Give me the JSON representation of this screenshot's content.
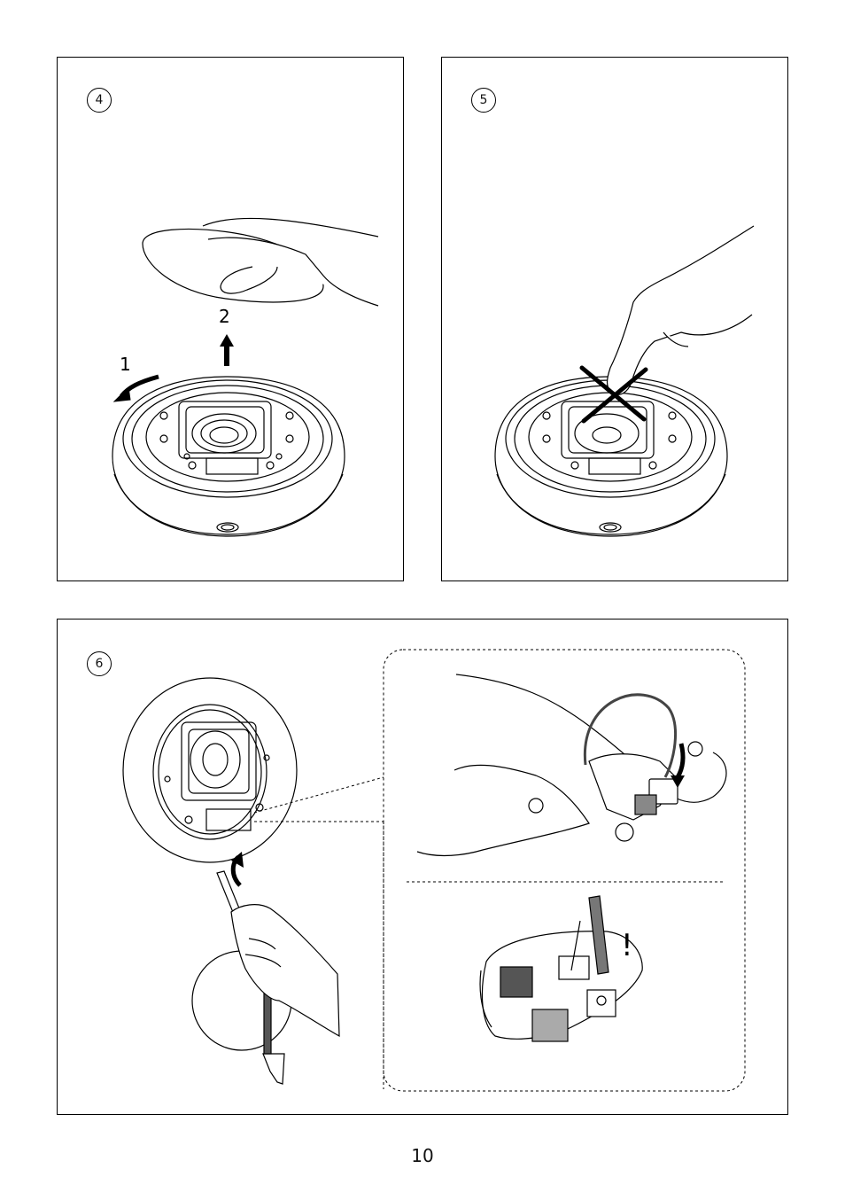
{
  "steps": {
    "step4": {
      "number": "4",
      "labels": {
        "rotate": "1",
        "lift": "2"
      }
    },
    "step5": {
      "number": "5"
    },
    "step6": {
      "number": "6",
      "warning": "!"
    }
  },
  "page_number": "10",
  "icons": [
    "hand-icon",
    "finger-icon",
    "screwdriver-icon",
    "speaker-icon",
    "wire-icon",
    "cross-icon"
  ]
}
